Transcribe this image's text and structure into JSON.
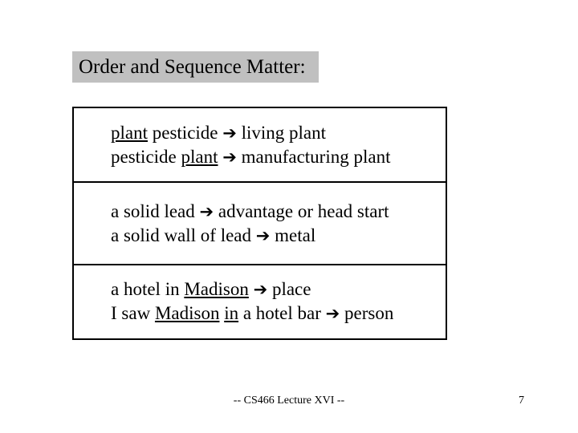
{
  "title": {
    "text": "Order and Sequence Matter:"
  },
  "examples": {
    "groups": [
      {
        "lines": [
          {
            "segments": [
              {
                "text": "plant",
                "underline": true
              },
              {
                "text": " pesticide "
              },
              {
                "text": "➔",
                "icon": "arrow-right"
              },
              {
                "text": " living plant"
              }
            ]
          },
          {
            "segments": [
              {
                "text": "pesticide "
              },
              {
                "text": "plant",
                "underline": true
              },
              {
                "text": " "
              },
              {
                "text": "➔",
                "icon": "arrow-right"
              },
              {
                "text": " manufacturing plant"
              }
            ]
          }
        ]
      },
      {
        "lines": [
          {
            "segments": [
              {
                "text": "a solid lead "
              },
              {
                "text": "➔",
                "icon": "arrow-right"
              },
              {
                "text": " advantage or head start"
              }
            ]
          },
          {
            "segments": [
              {
                "text": "a solid wall of lead "
              },
              {
                "text": "➔",
                "icon": "arrow-right"
              },
              {
                "text": " metal"
              }
            ]
          }
        ]
      },
      {
        "lines": [
          {
            "segments": [
              {
                "text": "a hotel in "
              },
              {
                "text": "Madison",
                "underline": true
              },
              {
                "text": " "
              },
              {
                "text": "➔",
                "icon": "arrow-right"
              },
              {
                "text": " place"
              }
            ]
          },
          {
            "segments": [
              {
                "text": "I saw "
              },
              {
                "text": "Madison",
                "underline": true
              },
              {
                "text": " "
              },
              {
                "text": "in",
                "underline": true
              },
              {
                "text": " a hotel bar "
              },
              {
                "text": "➔",
                "icon": "arrow-right"
              },
              {
                "text": " person"
              }
            ]
          }
        ]
      }
    ]
  },
  "footer": {
    "center": "-- CS466 Lecture XVI --",
    "page_number": "7"
  },
  "colors": {
    "page_background": "#ffffff",
    "title_background": "#c0c0c0",
    "border": "#000000",
    "text": "#000000"
  }
}
